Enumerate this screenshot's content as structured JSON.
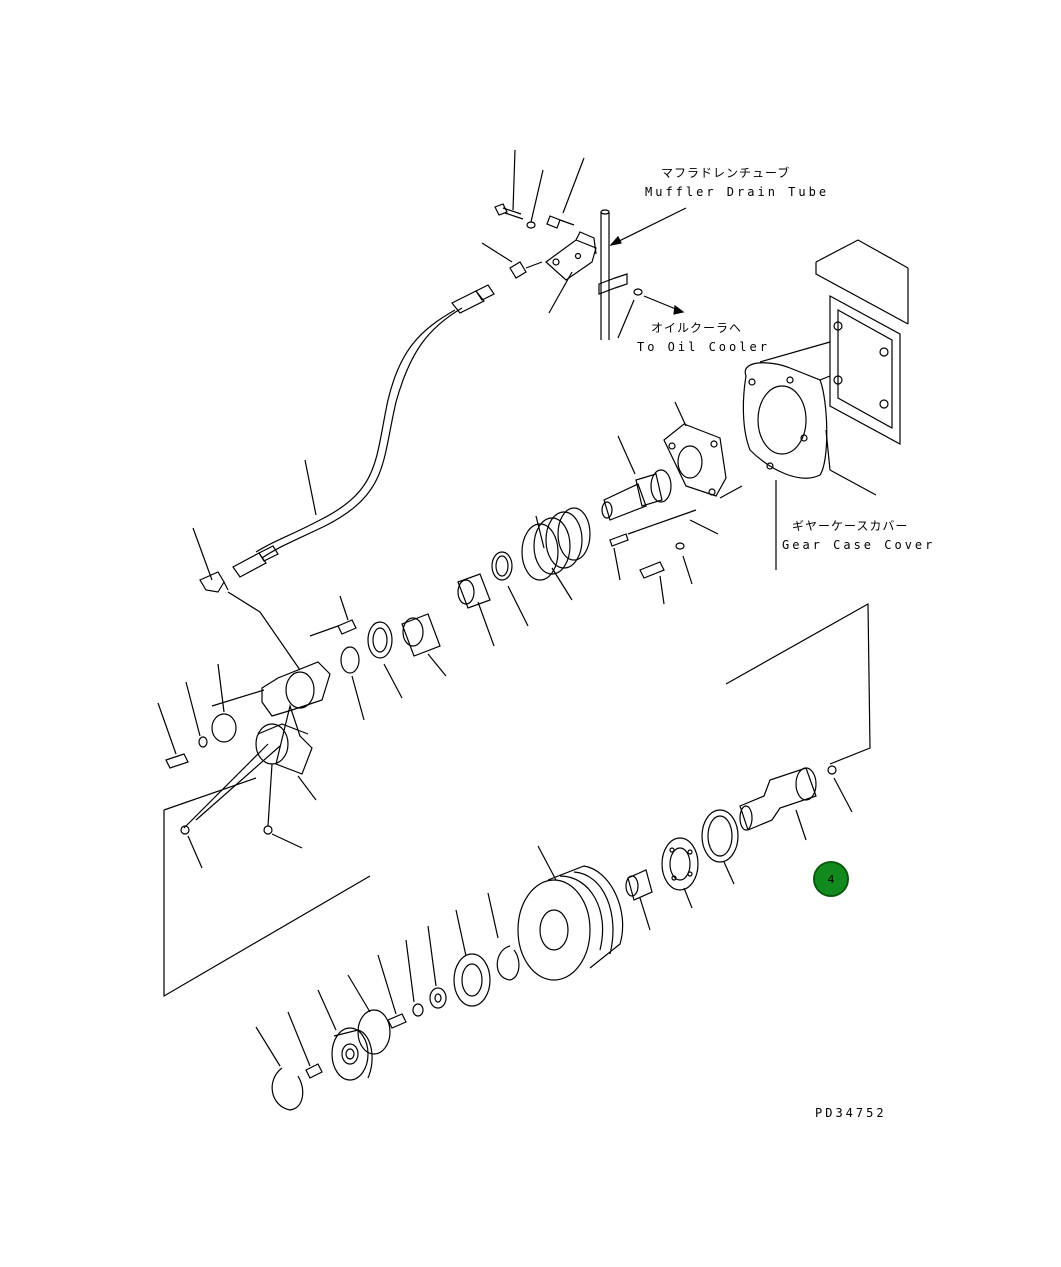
{
  "labels": {
    "muffler_drain_tube_jp": "マフラドレンチューブ",
    "muffler_drain_tube_en": "Muffler Drain Tube",
    "to_oil_cooler_jp": "オイルクーラへ",
    "to_oil_cooler_en": "To Oil Cooler",
    "gear_case_cover_jp": "ギヤーケースカバー",
    "gear_case_cover_en": "Gear Case Cover"
  },
  "drawing_number": "PD34752",
  "callout_badge": {
    "number": "4",
    "color": "#138a1d"
  }
}
